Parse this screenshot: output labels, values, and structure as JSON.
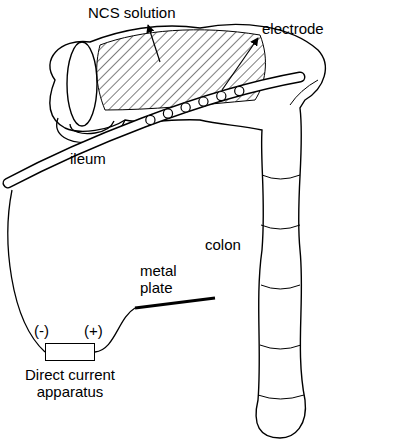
{
  "diagram": {
    "nodes": [
      {
        "text": [
          "Direct current apparatus"
        ]
      }
    ],
    "labels": [
      "NCS solution",
      "electrode",
      "ileum",
      "colon",
      "metal plate",
      "(-)",
      "(+)"
    ]
  }
}
